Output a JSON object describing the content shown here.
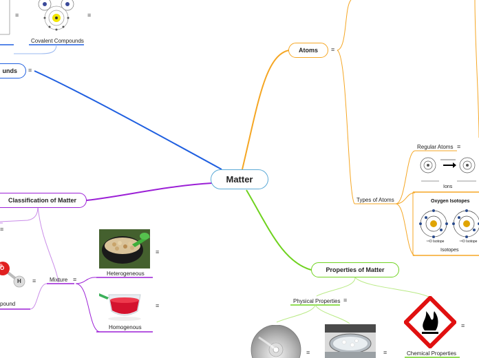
{
  "central": {
    "label": "Matter"
  },
  "atoms": {
    "label": "Atoms",
    "types_label": "Types of Atoms",
    "regular_label": "Regular Atoms",
    "ions_label": "Ions",
    "isotopes_label": "Isotopes",
    "oxygen_isotopes_title": "Oxygen Isotopes",
    "isotope_a": "¹⁶O Isotope",
    "isotope_b": "¹⁸O Isotope"
  },
  "compounds": {
    "label": "unds",
    "covalent_label": "Covalent Compounds"
  },
  "classification": {
    "label": "Classification of Matter",
    "mixture_label": "Mixture",
    "heterogeneous_label": "Heterogeneous",
    "homogeneous_label": "Homogenous",
    "compound_label": "pound",
    "atom_h": "H",
    "atom_o": "O"
  },
  "properties": {
    "label": "Properties of Matter",
    "physical_label": "Physical Properties",
    "chemical_label": "Chemical Properties"
  },
  "menu_glyph": "≡",
  "colors": {
    "atoms": "#f5a623",
    "compounds": "#1f5fe0",
    "classification": "#9b1fd6",
    "properties": "#6fd21f",
    "central": "#5aa9d6"
  }
}
